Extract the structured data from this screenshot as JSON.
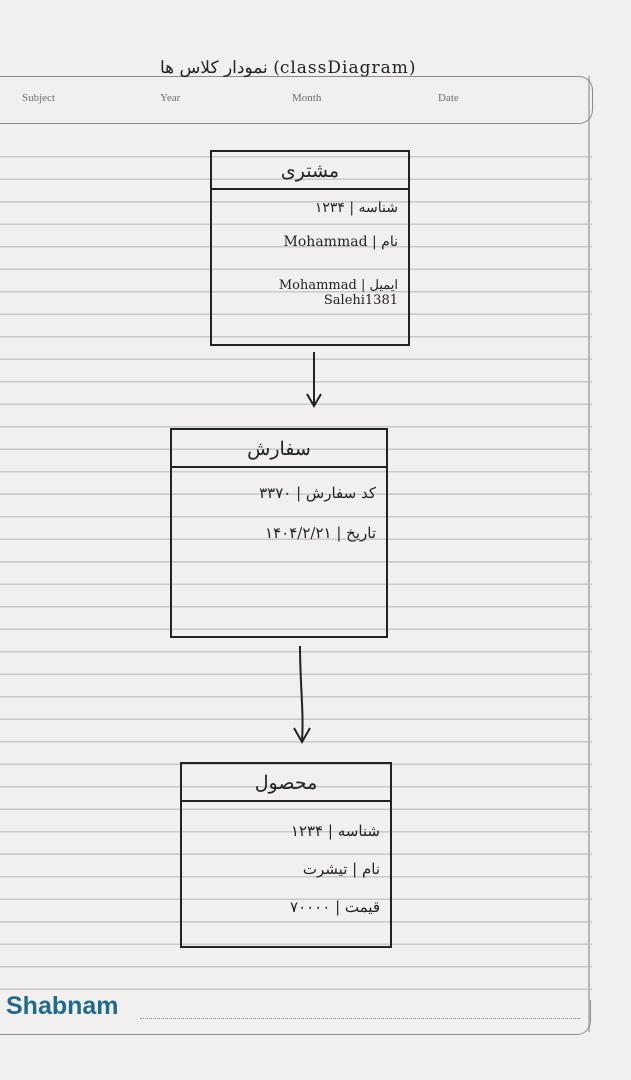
{
  "header": {
    "title": "نمودار کلاس ها (classDiagram)",
    "labels": {
      "subject": "Subject",
      "year": "Year",
      "month": "Month",
      "date": "Date"
    }
  },
  "classes": [
    {
      "name": "مشتری",
      "attributes": [
        "شناسه | ۱۲۳۴",
        "نام | Mohammad",
        "ایمیل | Mohammad Salehi1381"
      ]
    },
    {
      "name": "سفارش",
      "attributes": [
        "کد سفارش | ۳۳۷۰",
        "تاریخ | ۱۴۰۴/۲/۲۱"
      ]
    },
    {
      "name": "محصول",
      "attributes": [
        "شناسه | ۱۲۳۴",
        "نام | تیشرت",
        "قیمت | ۷۰۰۰۰"
      ]
    }
  ],
  "footer": {
    "brand": "Shabnam"
  },
  "colors": {
    "ink": "#222222",
    "paper": "#f1f0ee",
    "rule": "#c9c9c9",
    "brand": "#1f6b8e"
  }
}
